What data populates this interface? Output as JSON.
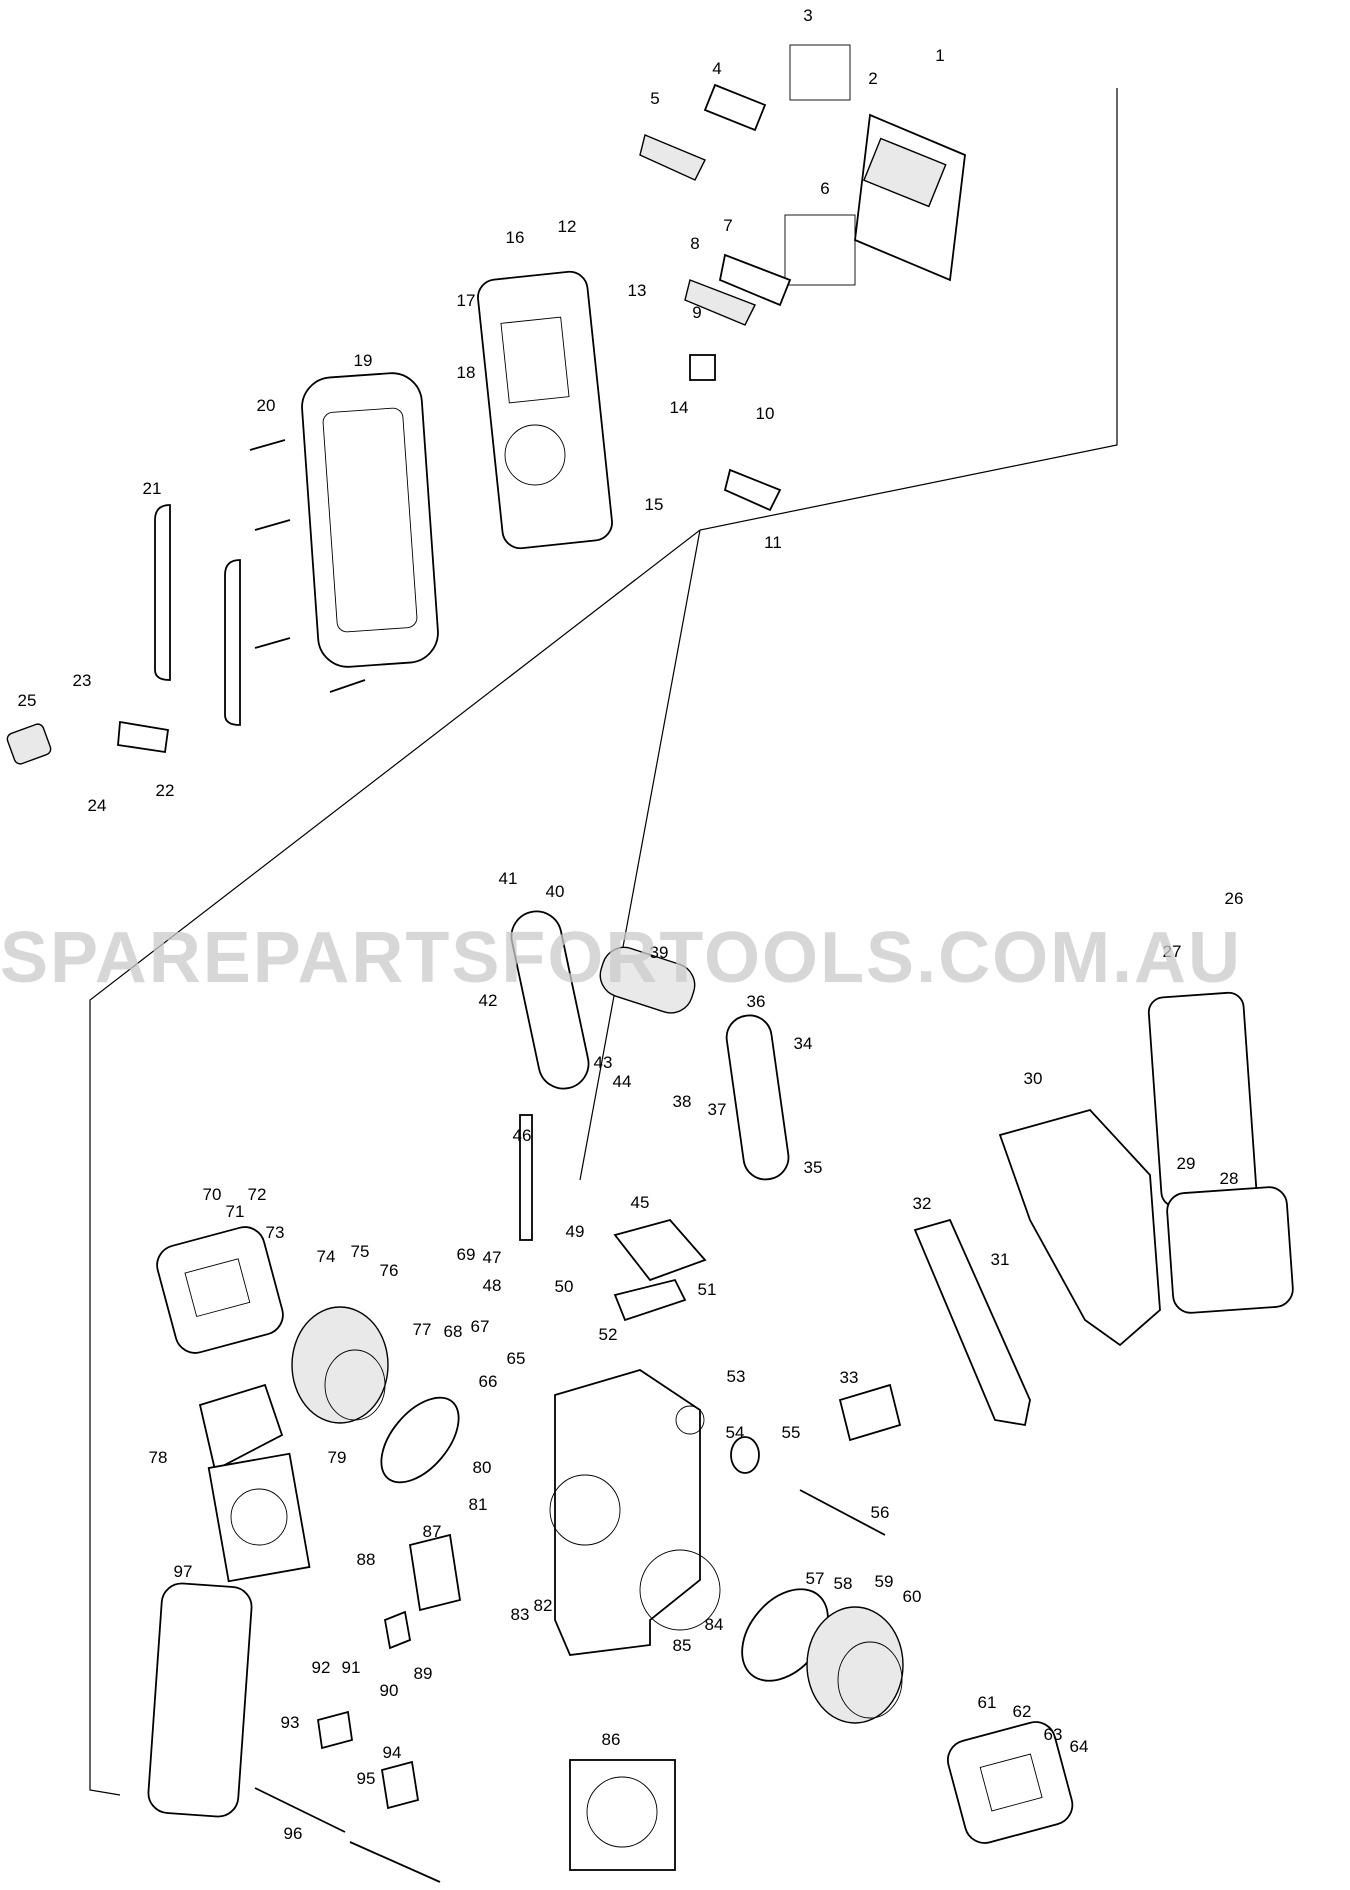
{
  "watermark": "SPAREPARTSFORTOOLS.COM.AU",
  "colors": {
    "line": "#000000",
    "background": "#ffffff",
    "watermark": "#c9c9c9"
  },
  "callouts": [
    {
      "num": "1"
    },
    {
      "num": "2"
    },
    {
      "num": "3"
    },
    {
      "num": "4"
    },
    {
      "num": "5"
    },
    {
      "num": "6"
    },
    {
      "num": "7"
    },
    {
      "num": "8"
    },
    {
      "num": "9"
    },
    {
      "num": "10"
    },
    {
      "num": "11"
    },
    {
      "num": "12"
    },
    {
      "num": "13"
    },
    {
      "num": "14"
    },
    {
      "num": "15"
    },
    {
      "num": "16"
    },
    {
      "num": "17"
    },
    {
      "num": "18"
    },
    {
      "num": "19"
    },
    {
      "num": "20"
    },
    {
      "num": "21"
    },
    {
      "num": "22"
    },
    {
      "num": "23"
    },
    {
      "num": "24"
    },
    {
      "num": "25"
    },
    {
      "num": "26"
    },
    {
      "num": "27"
    },
    {
      "num": "28"
    },
    {
      "num": "29"
    },
    {
      "num": "30"
    },
    {
      "num": "31"
    },
    {
      "num": "32"
    },
    {
      "num": "33"
    },
    {
      "num": "34"
    },
    {
      "num": "35"
    },
    {
      "num": "36"
    },
    {
      "num": "37"
    },
    {
      "num": "38"
    },
    {
      "num": "39"
    },
    {
      "num": "40"
    },
    {
      "num": "41"
    },
    {
      "num": "42"
    },
    {
      "num": "43"
    },
    {
      "num": "44"
    },
    {
      "num": "45"
    },
    {
      "num": "46"
    },
    {
      "num": "47"
    },
    {
      "num": "48"
    },
    {
      "num": "49"
    },
    {
      "num": "50"
    },
    {
      "num": "51"
    },
    {
      "num": "52"
    },
    {
      "num": "53"
    },
    {
      "num": "54"
    },
    {
      "num": "55"
    },
    {
      "num": "56"
    },
    {
      "num": "57"
    },
    {
      "num": "58"
    },
    {
      "num": "59"
    },
    {
      "num": "60"
    },
    {
      "num": "61"
    },
    {
      "num": "62"
    },
    {
      "num": "63"
    },
    {
      "num": "64"
    },
    {
      "num": "65"
    },
    {
      "num": "66"
    },
    {
      "num": "67"
    },
    {
      "num": "68"
    },
    {
      "num": "69"
    },
    {
      "num": "70"
    },
    {
      "num": "71"
    },
    {
      "num": "72"
    },
    {
      "num": "73"
    },
    {
      "num": "74"
    },
    {
      "num": "75"
    },
    {
      "num": "76"
    },
    {
      "num": "77"
    },
    {
      "num": "78"
    },
    {
      "num": "79"
    },
    {
      "num": "80"
    },
    {
      "num": "81"
    },
    {
      "num": "82"
    },
    {
      "num": "83"
    },
    {
      "num": "84"
    },
    {
      "num": "85"
    },
    {
      "num": "86"
    },
    {
      "num": "87"
    },
    {
      "num": "88"
    },
    {
      "num": "89"
    },
    {
      "num": "90"
    },
    {
      "num": "91"
    },
    {
      "num": "92"
    },
    {
      "num": "93"
    },
    {
      "num": "94"
    },
    {
      "num": "95"
    },
    {
      "num": "96"
    },
    {
      "num": "97"
    }
  ]
}
